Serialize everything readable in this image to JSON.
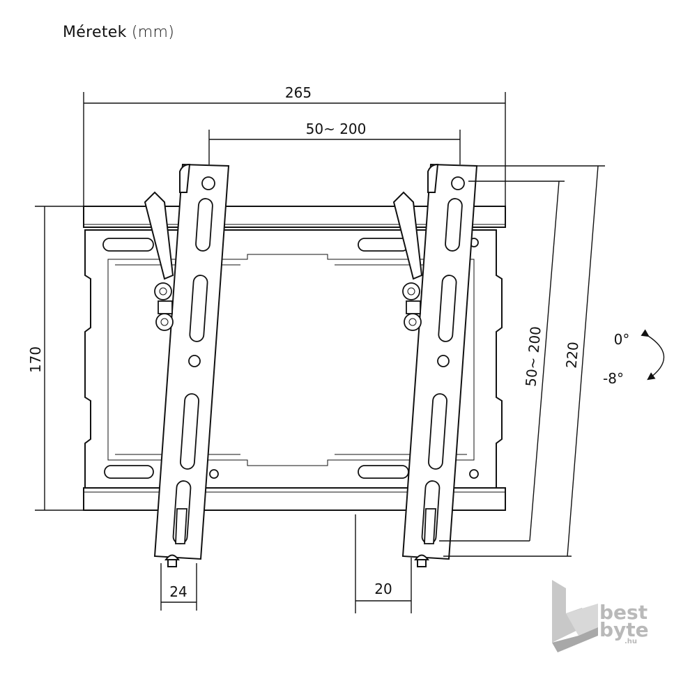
{
  "title": {
    "main": "Méretek",
    "unit": "(mm)"
  },
  "dimensions": {
    "overall_width": "265",
    "vesa_horizontal": "50~ 200",
    "overall_height": "170",
    "vesa_vertical": "50~ 200",
    "arm_length": "220",
    "arm_width": "24",
    "wall_distance": "20"
  },
  "tilt": {
    "max": "0°",
    "min": "-8°"
  },
  "logo": {
    "line1": "best",
    "line2": "byte",
    "suffix": ".hu"
  },
  "colors": {
    "line": "#111111",
    "logo": "#b9b9b9"
  }
}
